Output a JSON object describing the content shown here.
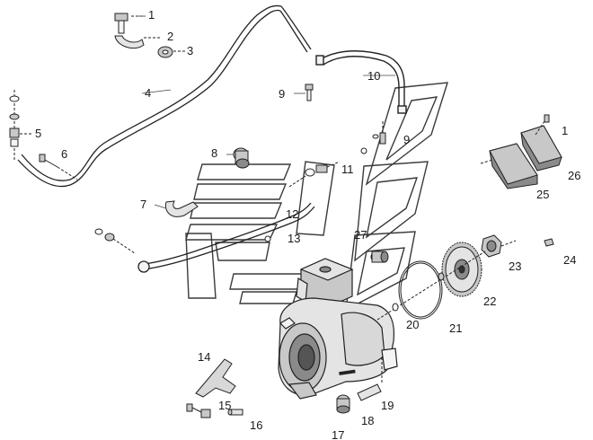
{
  "callouts": [
    {
      "id": "c1a",
      "text": "1"
    },
    {
      "id": "c2",
      "text": "2"
    },
    {
      "id": "c3",
      "text": "3"
    },
    {
      "id": "c4",
      "text": "4"
    },
    {
      "id": "c5",
      "text": "5"
    },
    {
      "id": "c6",
      "text": "6"
    },
    {
      "id": "c7",
      "text": "7"
    },
    {
      "id": "c8",
      "text": "8"
    },
    {
      "id": "c9a",
      "text": "9"
    },
    {
      "id": "c9b",
      "text": "9"
    },
    {
      "id": "c10",
      "text": "10"
    },
    {
      "id": "c11",
      "text": "11"
    },
    {
      "id": "c12",
      "text": "12"
    },
    {
      "id": "c13",
      "text": "13"
    },
    {
      "id": "c14",
      "text": "14"
    },
    {
      "id": "c15",
      "text": "15"
    },
    {
      "id": "c16",
      "text": "16"
    },
    {
      "id": "c17",
      "text": "17"
    },
    {
      "id": "c18",
      "text": "18"
    },
    {
      "id": "c19",
      "text": "19"
    },
    {
      "id": "c20",
      "text": "20"
    },
    {
      "id": "c21",
      "text": "21"
    },
    {
      "id": "c22",
      "text": "22"
    },
    {
      "id": "c23",
      "text": "23"
    },
    {
      "id": "c24",
      "text": "24"
    },
    {
      "id": "c25",
      "text": "25"
    },
    {
      "id": "c26",
      "text": "26"
    },
    {
      "id": "c27",
      "text": "27"
    },
    {
      "id": "c1b",
      "text": "1"
    }
  ],
  "colors": {
    "line": "#222222",
    "part_fill": "#f4f4f4",
    "part_shade": "#c8c8c8",
    "part_dark": "#8a8a8a",
    "watermark": "#3a3a3a"
  }
}
